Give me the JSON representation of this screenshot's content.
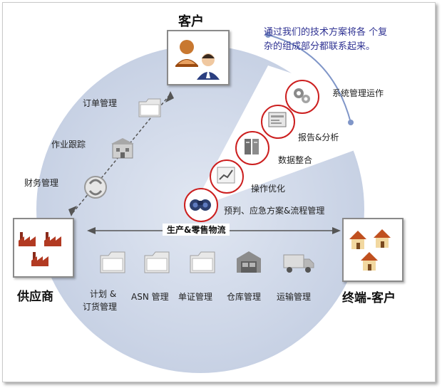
{
  "title": "客户",
  "quote": [
    "通过我们的技术方案将各 个复",
    "杂的组成部分都联系起来。"
  ],
  "left_chain": [
    "订单管理",
    "作业跟踪",
    "财务管理"
  ],
  "solution_steps": [
    "系统管理运作",
    "报告&分析",
    "数据整合",
    "操作优化",
    "预判、应急方案&流程管理"
  ],
  "supplier": "供应商",
  "end_customer": "终端-客户",
  "flow_label": "生产&零售物流",
  "bottom_items": [
    {
      "lines": [
        "计划 &",
        "订货管理"
      ]
    },
    {
      "lines": [
        "ASN 管理"
      ]
    },
    {
      "lines": [
        "单证管理"
      ]
    },
    {
      "lines": [
        "仓库管理"
      ]
    },
    {
      "lines": [
        "运输管理"
      ]
    }
  ],
  "icons": {
    "customers": "people-icon",
    "left_chain": [
      "folder-icon",
      "building-icon",
      "recycle-icon"
    ],
    "solution_steps": [
      "gears-icon",
      "report-icon",
      "server-icon",
      "chart-icon",
      "binoculars-icon"
    ],
    "supplier": "factory-icon",
    "end_customer": "houses-icon",
    "bottom_items": [
      "folder-icon",
      "folder-icon",
      "folder-icon",
      "warehouse-icon",
      "truck-icon"
    ]
  },
  "colors": {
    "circle": "#cfd8e8",
    "quote_text": "#2e3192",
    "ring": "#cc1f1f",
    "arrow": "#555555",
    "arc": "#8096c8"
  }
}
